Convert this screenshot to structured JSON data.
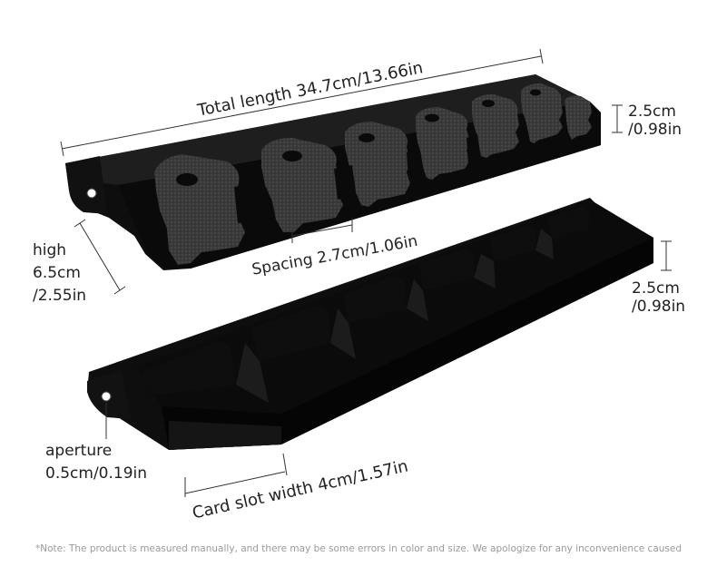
{
  "labels": {
    "total_length": "Total length 34.7cm/13.66in",
    "top_depth_1": "2.5cm",
    "top_depth_2": "/0.98in",
    "high_1": "high",
    "high_2": "6.5cm",
    "high_3": "/2.55in",
    "spacing": "Spacing 2.7cm/1.06in",
    "bottom_depth_1": "2.5cm",
    "bottom_depth_2": "/0.98in",
    "aperture_1": "aperture",
    "aperture_2": "0.5cm/0.19in",
    "card_slot": "Card slot width 4cm/1.57in"
  },
  "note": "*Note: The product is measured manually, and there may be some errors in color and size. We apologize for any inconvenience caused",
  "colors": {
    "product_black": "#0d0d0d",
    "foam_gray": "#3a3a3a",
    "line": "#333333",
    "note_text": "#9a9a9a"
  }
}
